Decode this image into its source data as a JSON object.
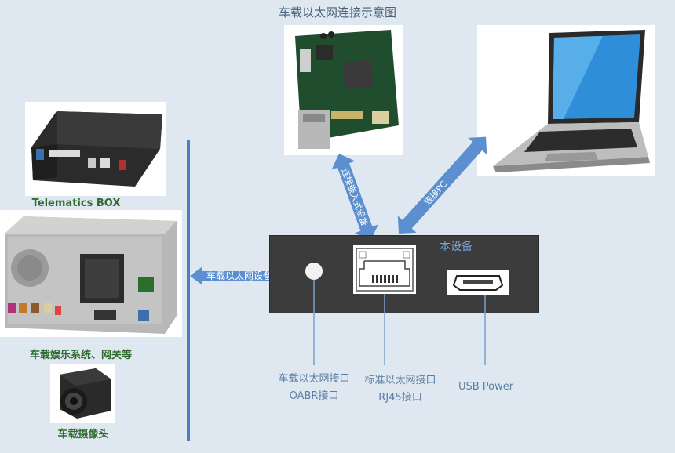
{
  "title": "车载以太网连接示意图",
  "labels": {
    "telematics_box": "Telematics BOX",
    "infotainment": "车载娱乐系统、网关等",
    "camera": "车载摄像头",
    "this_device": "本设备",
    "left_arrow": "车载以太网设备",
    "board_arrow": "连接嵌入式设备",
    "pc_arrow": "连接PC",
    "oabr_line1": "车载以太网接口",
    "oabr_line2": "OABR接口",
    "rj45_line1": "标准以太网接口",
    "rj45_line2": "RJ45接口",
    "usb": "USB Power"
  },
  "colors": {
    "background": "#dfe8f0",
    "accent_blue": "#4a7fc1",
    "arrow_blue": "#5b8fd0",
    "label_green": "#2f6b2f",
    "device_body": "#3c3c3c"
  },
  "icons": {
    "telematics": "telematics-box-image",
    "infotainment": "head-unit-image",
    "camera": "camera-image",
    "board": "embedded-board-image",
    "laptop": "laptop-image",
    "oabr": "oabr-port-icon",
    "rj45": "rj45-port-icon",
    "usb": "micro-usb-port-icon"
  }
}
